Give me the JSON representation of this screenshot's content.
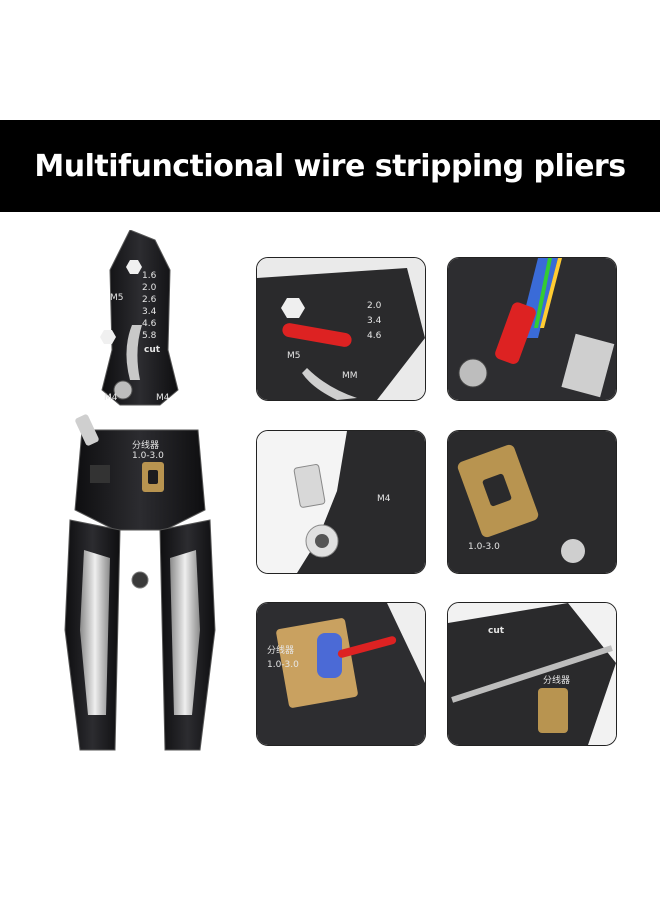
{
  "banner": {
    "title": "Multifunctional wire stripping pliers"
  },
  "product": {
    "cut_label": "cut",
    "size_marks": [
      "1.6",
      "2.0",
      "2.6",
      "3.4",
      "4.6",
      "5.8"
    ],
    "thread_marks": [
      "M5",
      "M4",
      "M4",
      "M4"
    ],
    "splitter_label": "分线器",
    "splitter_range": "1.0-3.0",
    "mm_label": "MM"
  },
  "colors": {
    "banner_bg": "#000000",
    "tool_body": "#1c1c1e",
    "handle_grip": "#c9c9c9",
    "brass_insert": "#b89450"
  }
}
